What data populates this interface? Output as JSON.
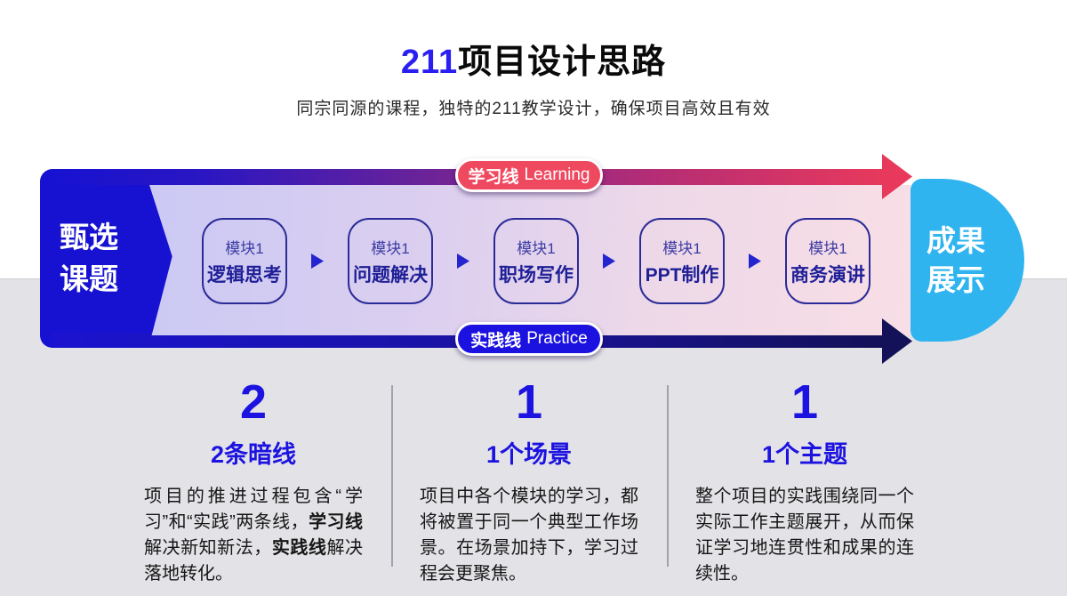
{
  "header": {
    "title_highlight": "211",
    "title_rest": "项目设计思路",
    "subtitle": "同宗同源的课程，独特的211教学设计，确保项目高效且有效"
  },
  "flow": {
    "source_label": "甄选课题",
    "result_label": "成果展示",
    "learning_pill": {
      "zh": "学习线",
      "en": "Learning"
    },
    "practice_pill": {
      "zh": "实践线",
      "en": "Practice"
    },
    "modules": [
      {
        "tag": "模块1",
        "title": "逻辑思考"
      },
      {
        "tag": "模块1",
        "title": "问题解决"
      },
      {
        "tag": "模块1",
        "title": "职场写作"
      },
      {
        "tag": "模块1",
        "title": "PPT制作"
      },
      {
        "tag": "模块1",
        "title": "商务演讲"
      }
    ]
  },
  "stats": {
    "columns": [
      {
        "number": "2",
        "label": "2条暗线",
        "paragraph": [
          {
            "text": "项目的推进过程包含“学习”和“实践”两条线，",
            "bold": false
          },
          {
            "text": "学习线",
            "bold": true
          },
          {
            "text": "解决新知新法，",
            "bold": false
          },
          {
            "text": "实践线",
            "bold": true
          },
          {
            "text": "解决落地转化。",
            "bold": false
          }
        ]
      },
      {
        "number": "1",
        "label": "1个场景",
        "paragraph": [
          {
            "text": "项目中各个模块的学习，都将被置于同一个典型工作场景。在场景加持下，学习过程会更聚焦。",
            "bold": false
          }
        ]
      },
      {
        "number": "1",
        "label": "1个主题",
        "paragraph": [
          {
            "text": "整个项目的实践围绕同一个实际工作主题展开，从而保证学习地连贯性和成果的连续性。",
            "bold": false
          }
        ]
      }
    ]
  },
  "colors": {
    "title_accent": "#2a1ff0",
    "source_block_blue": "#1712d2",
    "learning_red": "#ef4960",
    "practice_blue": "#1c12df",
    "arrow_navy": "#131157",
    "result_cyan": "#30b4ef",
    "stat_blue": "#1c13e0",
    "band_lavender": "#cbc9f4",
    "band_pink": "#f8dee6",
    "gray_background": "#e3e3e7"
  }
}
